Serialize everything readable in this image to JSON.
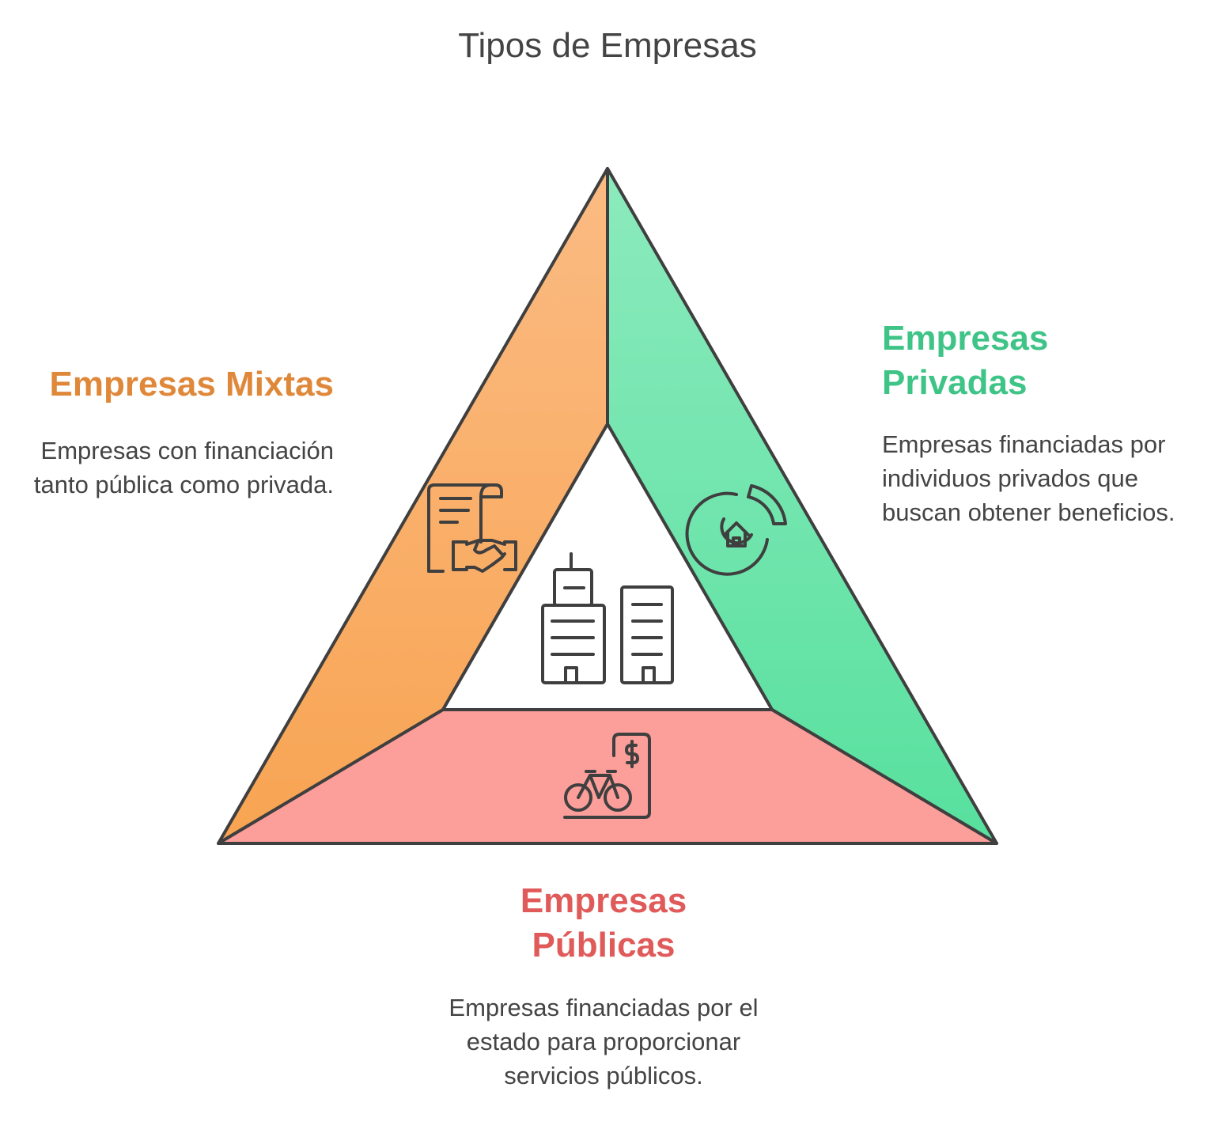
{
  "title": "Tipos de Empresas",
  "sections": {
    "mixtas": {
      "heading": "Empresas Mixtas",
      "description": "Empresas con financiación tanto pública como privada.",
      "color": "#e0883a",
      "icon": "contract-handshake-icon"
    },
    "privadas": {
      "heading": "Empresas Privadas",
      "description": "Empresas financiadas por individuos privados que buscan obtener beneficios.",
      "color": "#3fc487",
      "icon": "home-cycle-icon"
    },
    "publicas": {
      "heading": "Empresas Públicas",
      "description": "Empresas financiadas por el estado para proporcionar servicios públicos.",
      "color": "#e05a5a",
      "icon": "bicycle-bill-icon"
    }
  },
  "center_icon": "office-buildings-icon",
  "colors": {
    "mixtas_fill_top": "#fbbb83",
    "mixtas_fill_bottom": "#f8a452",
    "privadas_fill_top": "#8ceabd",
    "privadas_fill_bottom": "#57e09e",
    "publicas_fill": "#fc9e9a",
    "outline": "#3f3f3f"
  }
}
